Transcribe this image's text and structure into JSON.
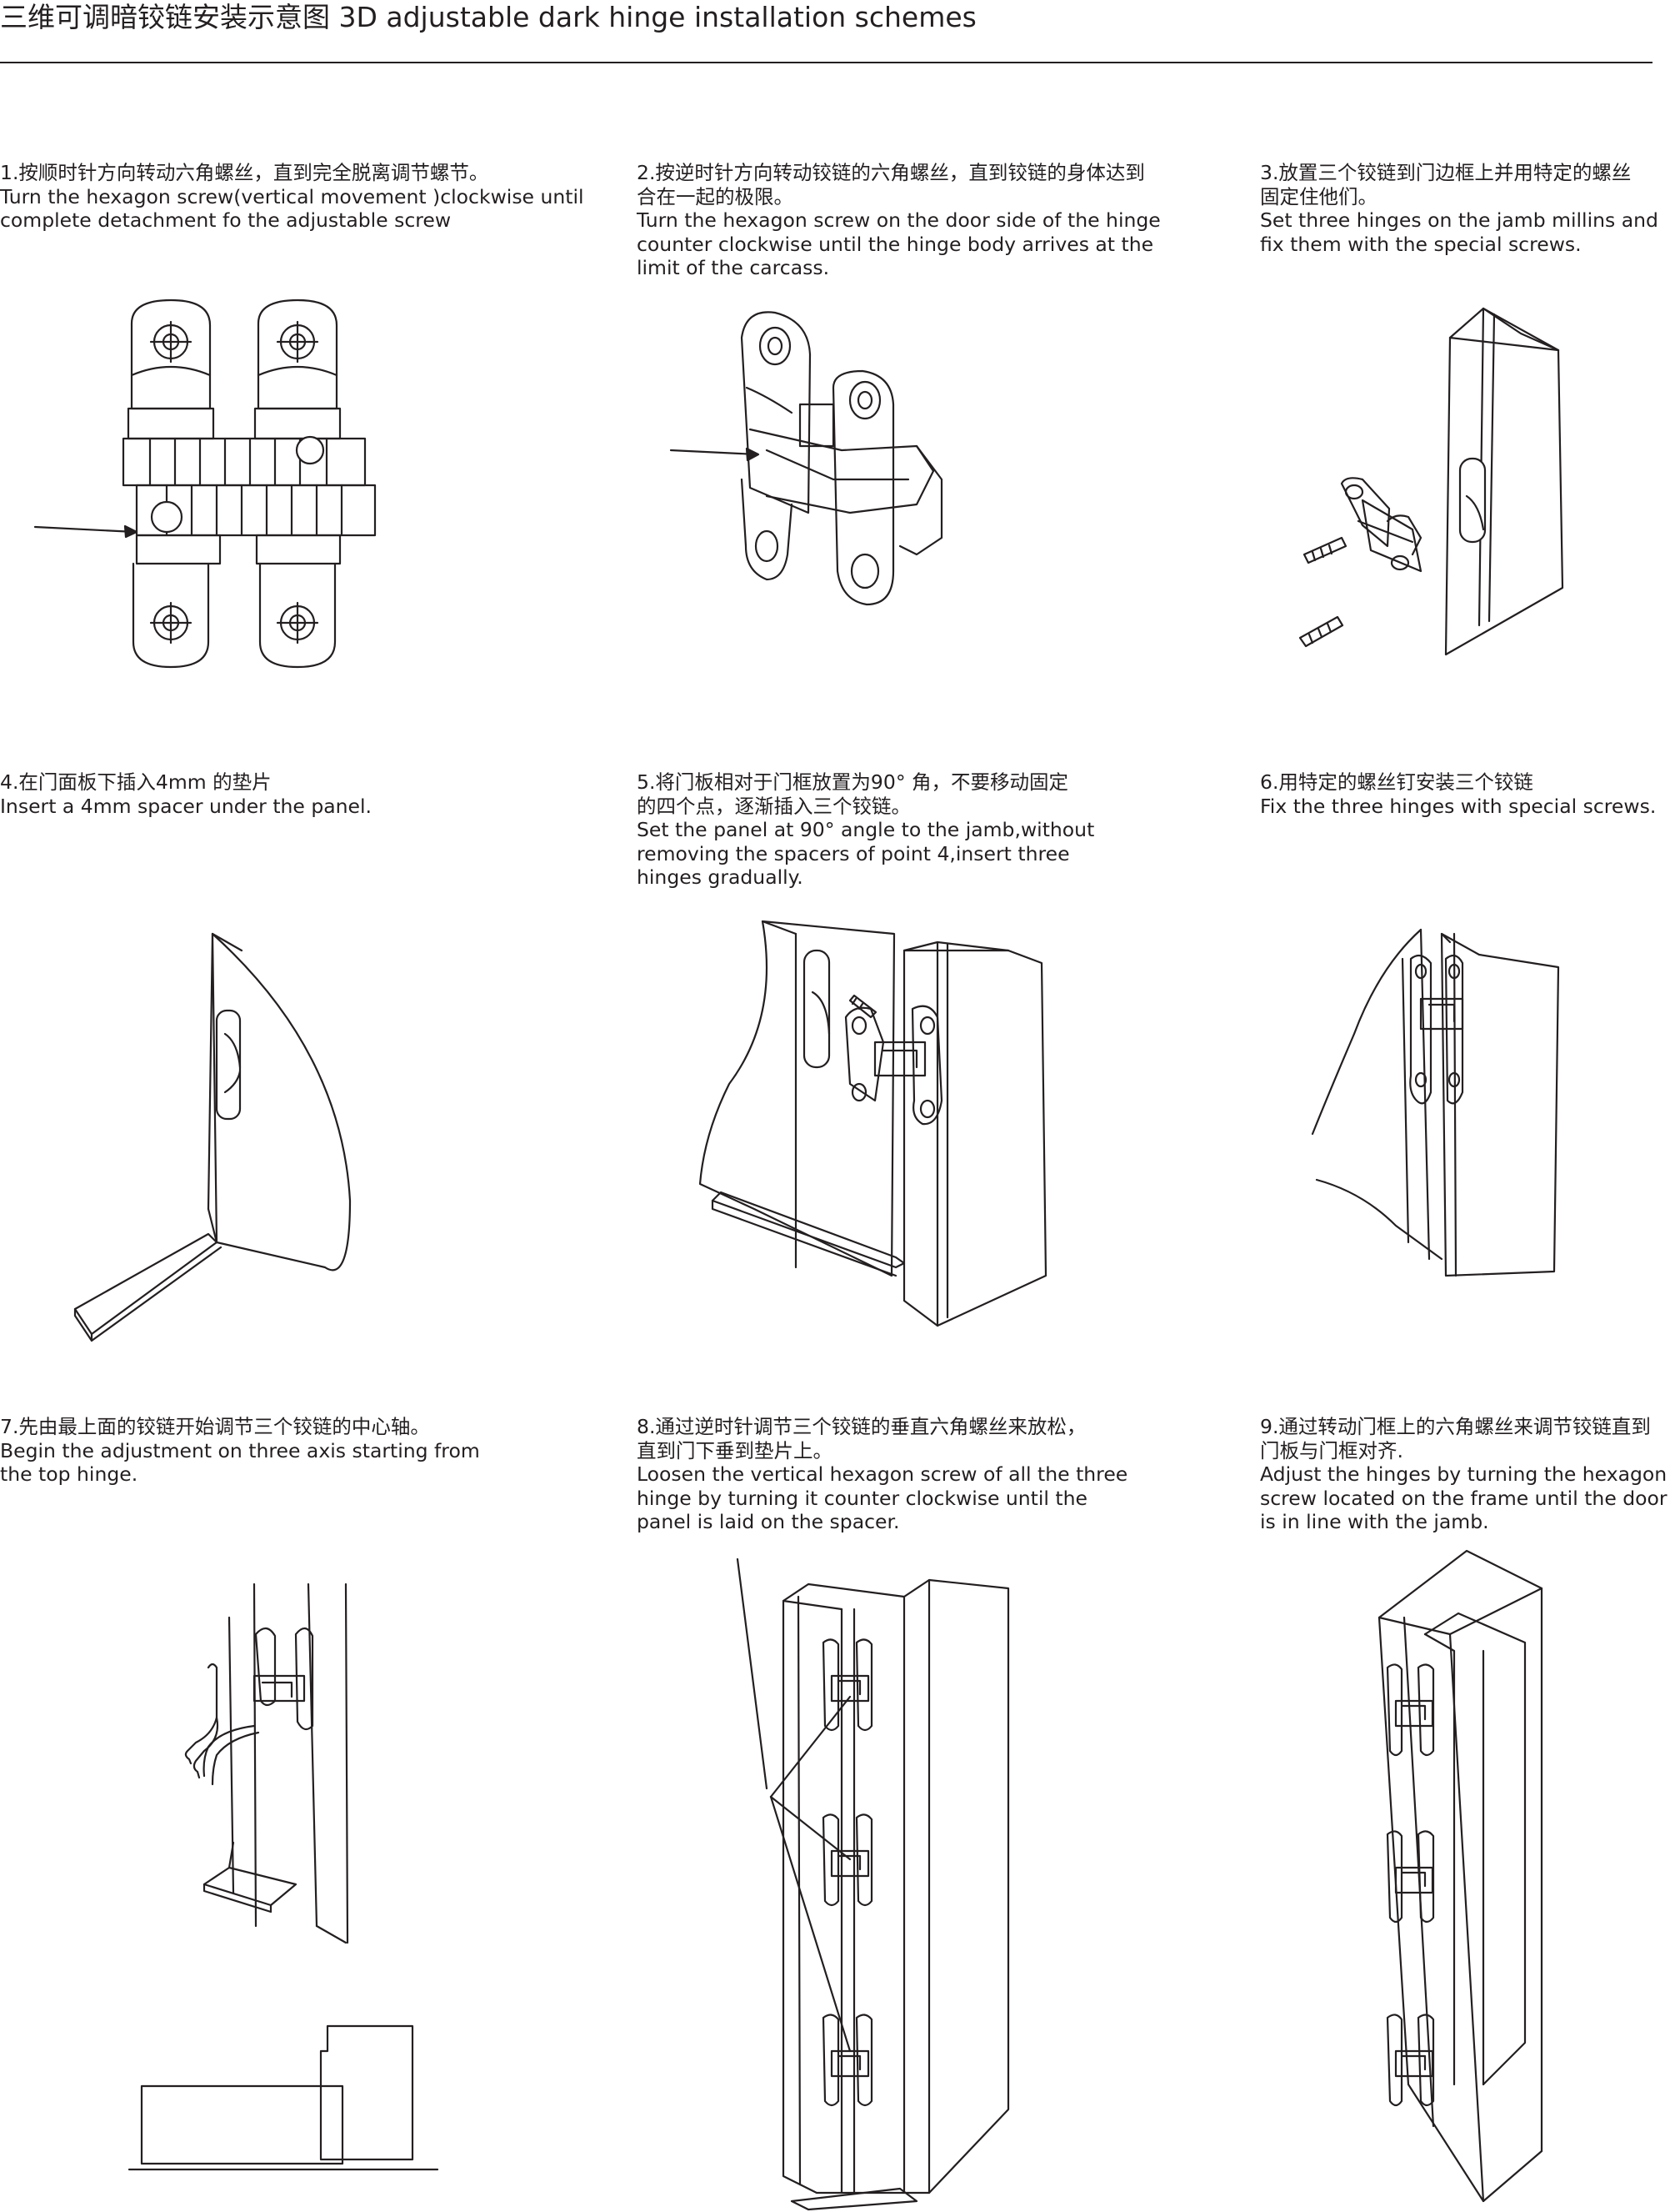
{
  "title": "三维可调暗铰链安装示意图 3D adjustable dark hinge installation schemes",
  "steps": [
    {
      "cn": [
        "1.按顺时针方向转动六角螺丝，直到完全脱离调节螺节。"
      ],
      "en": [
        "Turn the hexagon screw(vertical movement )clockwise until",
        "complete detachment fo the adjustable screw"
      ]
    },
    {
      "cn": [
        "2.按逆时针方向转动铰链的六角螺丝，直到铰链的身体达到",
        "合在一起的极限。"
      ],
      "en": [
        "Turn the hexagon screw on the  door side of the hinge",
        "counter clockwise until the hinge body arrives at the",
        "limit of the carcass."
      ]
    },
    {
      "cn": [
        "3.放置三个铰链到门边框上并用特定的螺丝",
        "固定住他们。"
      ],
      "en": [
        "Set three hinges on the jamb millins and",
        "fix them with the special screws."
      ]
    },
    {
      "cn": [
        "4.在门面板下插入4mm 的垫片"
      ],
      "en": [
        "Insert a 4mm spacer under the panel."
      ]
    },
    {
      "cn": [
        "5.将门板相对于门框放置为90°  角，不要移动固定",
        "的四个点，逐渐插入三个铰链。"
      ],
      "en": [
        "Set the panel at  90°   angle to the jamb,without",
        "removing the spacers of point 4,insert three",
        "hinges gradually."
      ]
    },
    {
      "cn": [
        "6.用特定的螺丝钉安装三个铰链"
      ],
      "en": [
        "Fix the three hinges with special screws."
      ]
    },
    {
      "cn": [
        "7.先由最上面的铰链开始调节三个铰链的中心轴。"
      ],
      "en": [
        "Begin the adjustment on three axis starting from",
        "the top hinge."
      ]
    },
    {
      "cn": [
        "8.通过逆时针调节三个铰链的垂直六角螺丝来放松，",
        "直到门下垂到垫片上。"
      ],
      "en": [
        "Loosen the vertical hexagon screw of all the three",
        "hinge by turning it counter clockwise until the",
        "panel is laid on the  spacer."
      ]
    },
    {
      "cn": [
        "9.通过转动门框上的六角螺丝来调节铰链直到",
        "门板与门框对齐."
      ],
      "en": [
        "Adjust the hinges by turning the hexagon",
        "screw located on the frame until the door",
        " is in line with the jamb."
      ]
    }
  ]
}
